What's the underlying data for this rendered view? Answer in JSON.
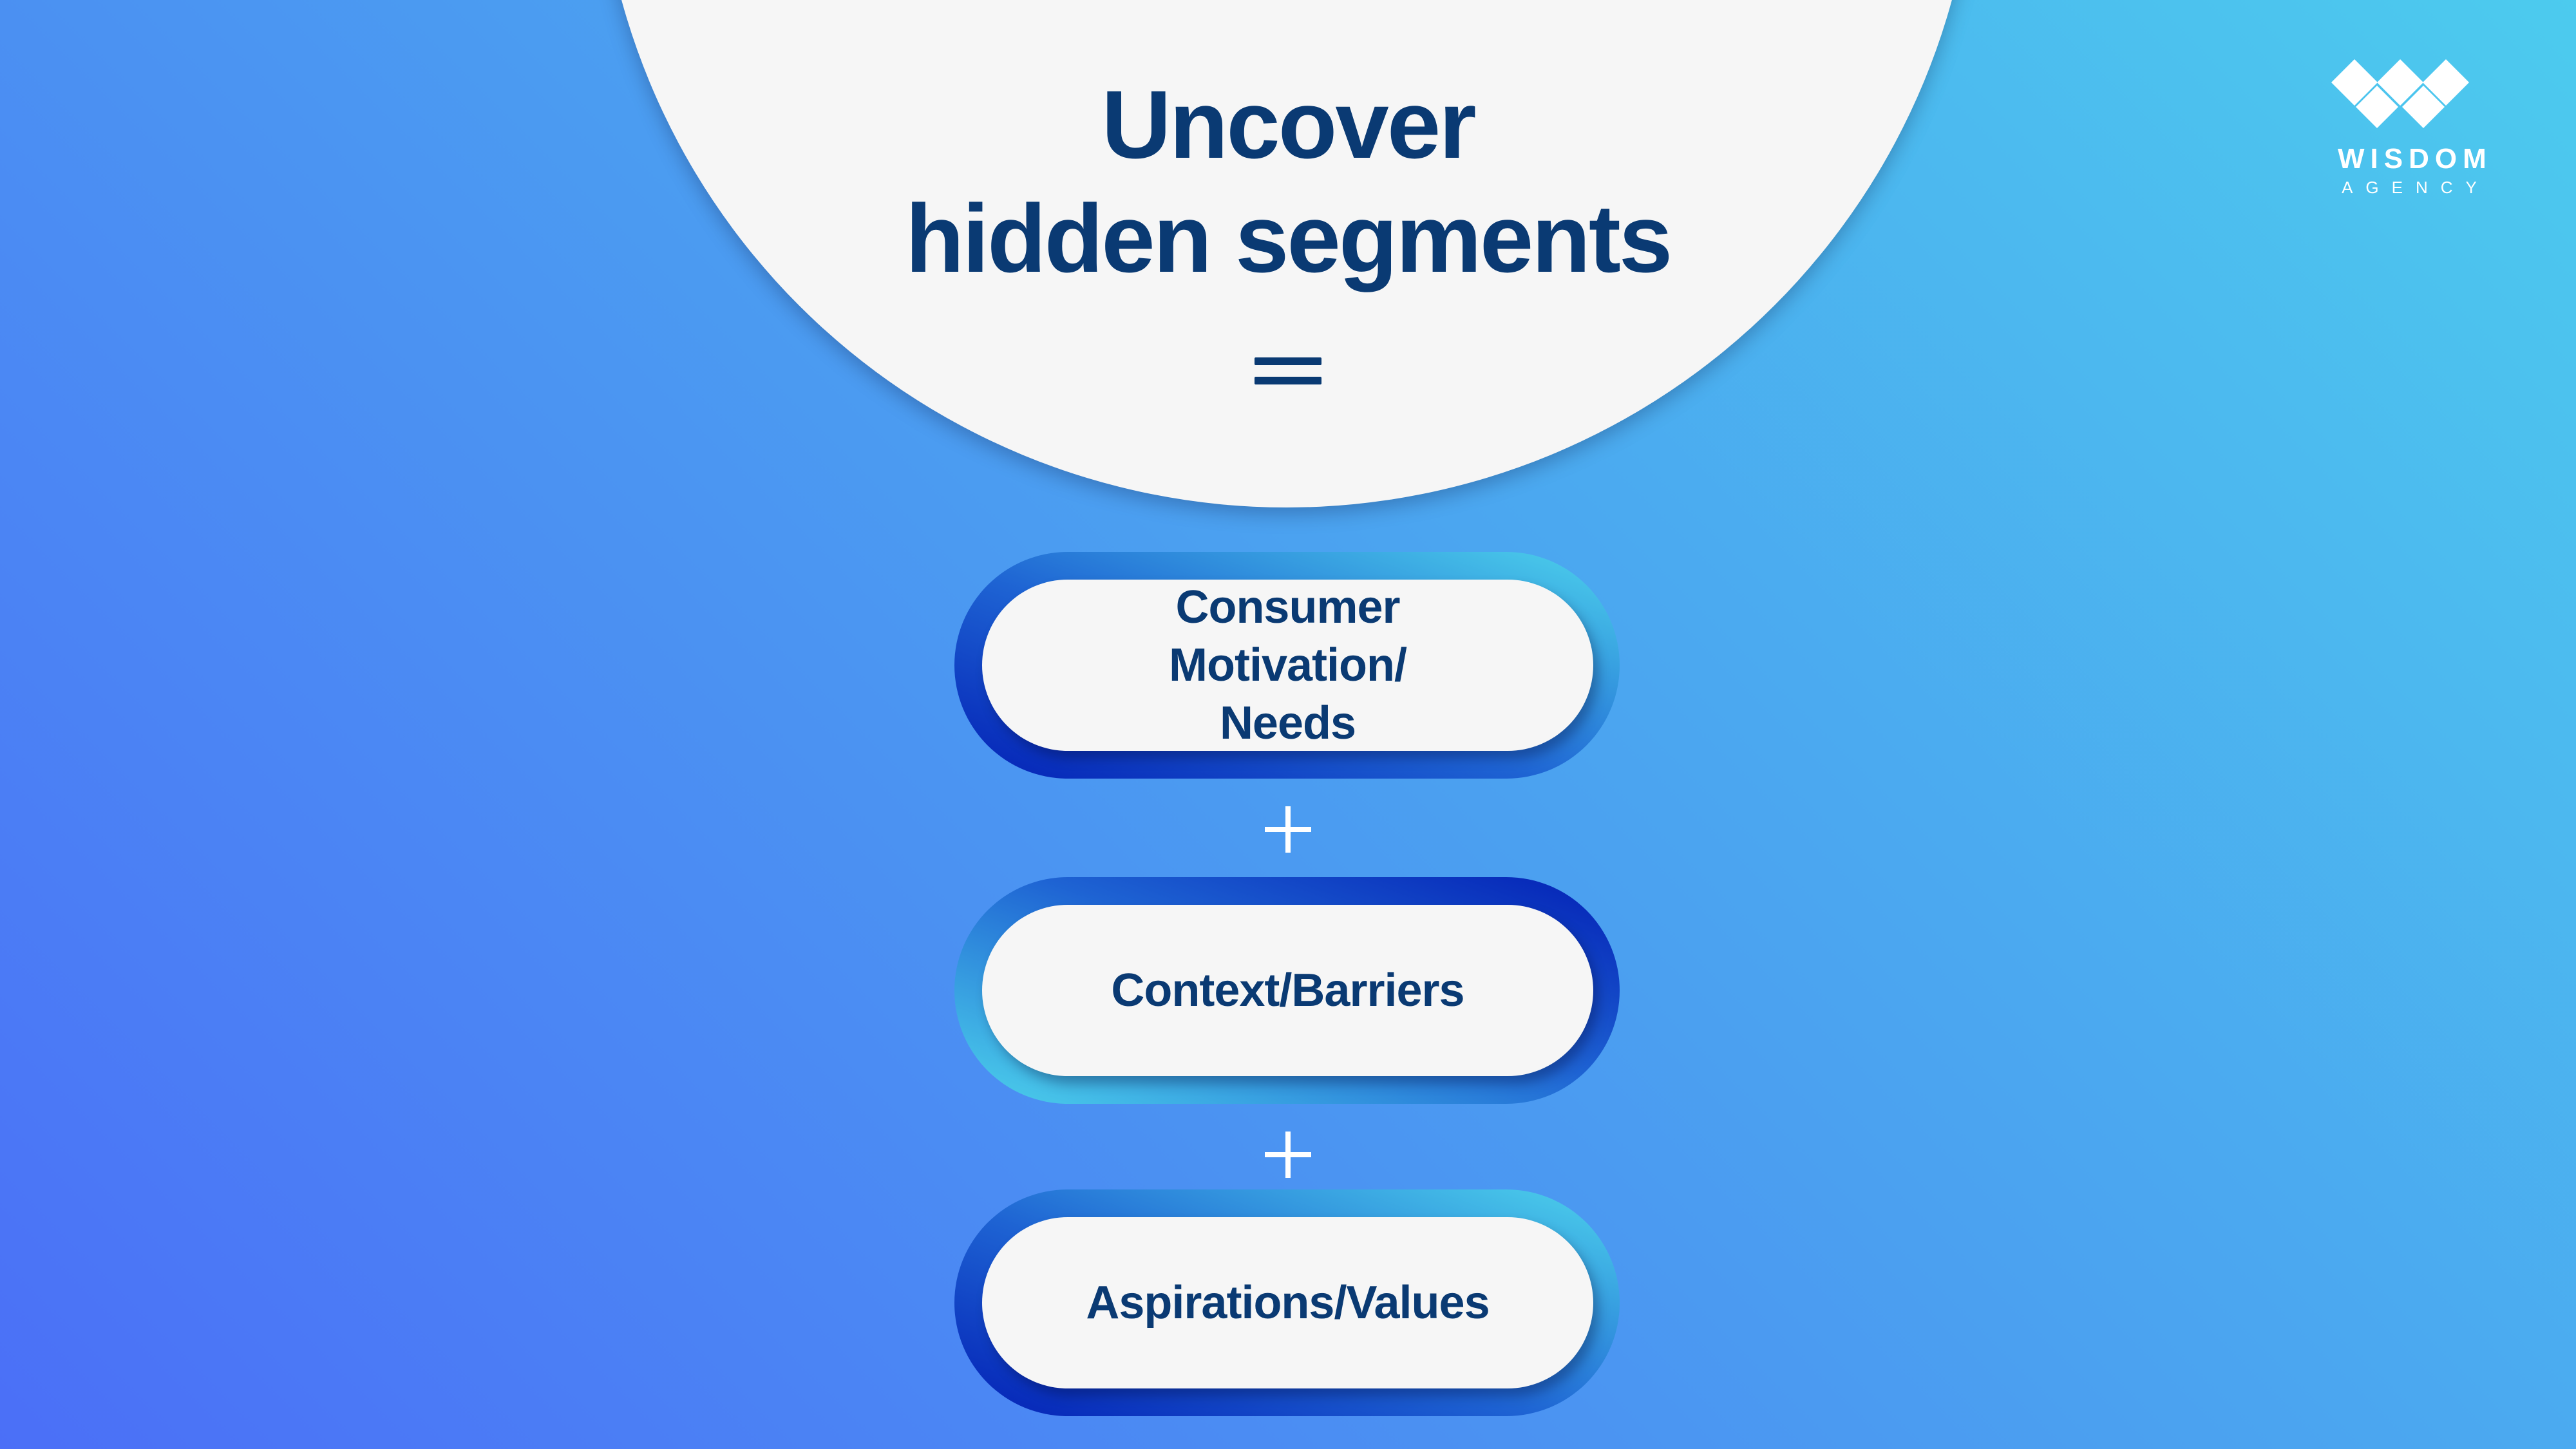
{
  "slide": {
    "title_line1": "Uncover",
    "title_line2": "hidden segments",
    "equals_icon": "equals-sign",
    "items": [
      {
        "label": "Consumer Motivation/ Needs"
      },
      {
        "label": "Context/Barriers"
      },
      {
        "label": "Aspirations/Values"
      }
    ],
    "operator_icon": "plus-sign"
  },
  "logo": {
    "name": "WISDOM",
    "subtitle": "AGENCY"
  },
  "colors": {
    "title": "#0a3a73",
    "dark_blue": "#0320b5",
    "cyan": "#4dd3ec",
    "panel": "#f6f6f6"
  }
}
